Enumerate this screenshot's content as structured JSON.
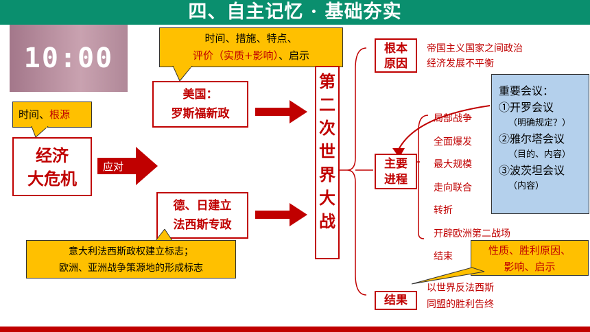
{
  "title": "四、自主记忆 · 基础夯实",
  "timer": "10:00",
  "callout_top": {
    "line1": "时间、措施、特点、",
    "line2_red": "评价（实质+影响）",
    "line2_rest": "、启示"
  },
  "callout_left": {
    "plain": "时间、",
    "red": "根源"
  },
  "crisis": {
    "line1": "经济",
    "line2": "大危机"
  },
  "respond": "应对",
  "usa": {
    "line1": "美国：",
    "line2": "罗斯福新政"
  },
  "germany": {
    "line1": "德、日建立",
    "line2": "法西斯专政"
  },
  "callout_bottom": {
    "line1": "意大利法西斯政权建立标志；",
    "line2": "欧洲、亚洲战争策源地的形成标志"
  },
  "war_title": [
    "第",
    "二",
    "次",
    "世",
    "界",
    "大",
    "战"
  ],
  "root_cause": {
    "label1": "根本",
    "label2": "原因",
    "text1": "帝国主义国家之间政治",
    "text2": "经济发展不平衡"
  },
  "process": {
    "label1": "主要",
    "label2": "进程",
    "stages": [
      "局部战争",
      "全面爆发",
      "最大规模",
      "走向联合",
      "转折",
      "开辟欧洲第二战场",
      "结束"
    ]
  },
  "result": {
    "label": "结果",
    "text1": "以世界反法西斯",
    "text2": "同盟的胜利告终"
  },
  "meetings": {
    "heading": "重要会议：",
    "items": [
      {
        "name": "①开罗会议",
        "note": "（明确规定？）"
      },
      {
        "name": "②雅尔塔会议",
        "note": "（目的、内容）"
      },
      {
        "name": "③波茨坦会议",
        "note": "（内容）"
      }
    ]
  },
  "callout_end": {
    "line1": "性质、胜利原因、",
    "line2": "影响、启示"
  }
}
